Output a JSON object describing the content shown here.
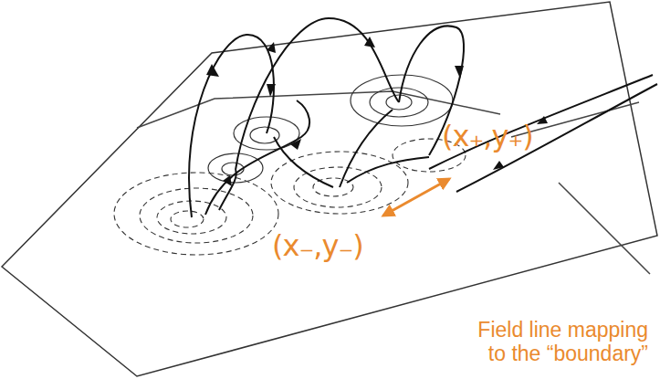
{
  "diagram": {
    "labels": [
      "(x₊,y₊)",
      "(x₋,y₋)",
      "Field line mapping to the “boundary”"
    ]
  }
}
